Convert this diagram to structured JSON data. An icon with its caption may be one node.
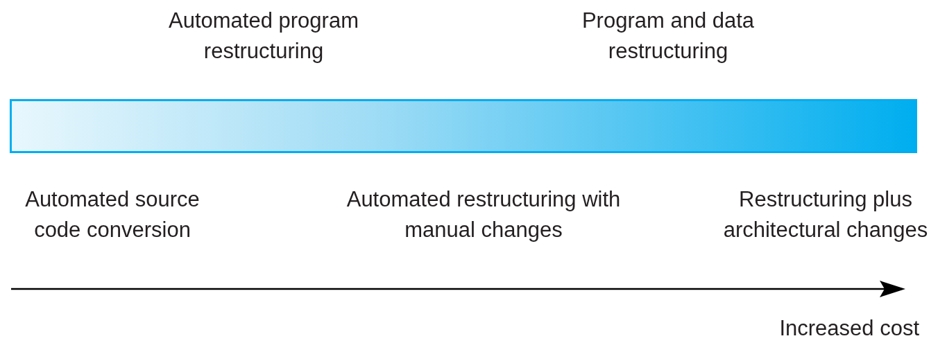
{
  "diagram": {
    "nodes": [
      {
        "text": [],
        "shape": "bar"
      }
    ],
    "labels": [
      "Automated program restructuring",
      "Program and data restructuring",
      "Automated source code conversion",
      "Automated restructuring with manual changes",
      "Restructuring plus architectural changes",
      "Increased cost"
    ]
  }
}
